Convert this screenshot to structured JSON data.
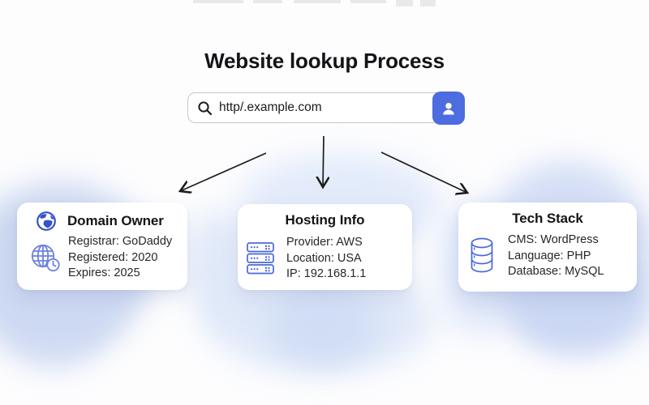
{
  "title": "Website lookup Process",
  "search": {
    "value": "http/.example.com",
    "icon": "search-icon",
    "button_icon": "user-icon"
  },
  "cards": [
    {
      "title": "Domain Owner",
      "title_icon": "globe-icon",
      "side_icon": "globe-clock-icon",
      "lines": [
        "Registrar: GoDaddy",
        "Registered: 2020",
        "Expires: 2025"
      ]
    },
    {
      "title": "Hosting Info",
      "side_icon": "server-rack-icon",
      "lines": [
        "Provider: AWS",
        "Location: USA",
        "IP: 192.168.1.1"
      ]
    },
    {
      "title": "Tech Stack",
      "side_icon": "database-icon",
      "lines": [
        "CMS: WordPress",
        "Language: PHP",
        "Database: MySQL"
      ]
    }
  ],
  "colors": {
    "accent_button": "#4c6ce0",
    "icon_outline": "#4a67d6",
    "icon_dark": "#3552c8",
    "icon_light": "#6b82dd",
    "blob": "#cbd7f2",
    "arrow": "#1c1c1c"
  }
}
